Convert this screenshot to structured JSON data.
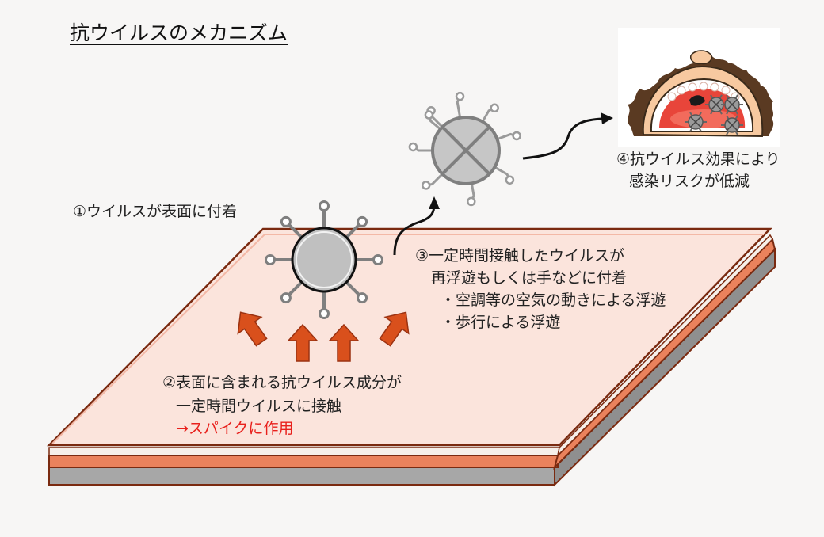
{
  "title": "抗ウイルスのメカニズム",
  "step1": "①ウイルスが表面に付着",
  "step2": {
    "line1": "②表面に含まれる抗ウイルス成分が",
    "line2": "一定時間ウイルスに接触",
    "line3": "→スパイクに作用"
  },
  "step3": {
    "line1": "③一定時間接触したウイルスが",
    "line2": "再浮遊もしくは手などに付着",
    "bullet1": "・空調等の空気の動きによる浮遊",
    "bullet2": "・歩行による浮遊"
  },
  "step4": {
    "line1": "④抗ウイルス効果により",
    "line2": "感染リスクが低減"
  },
  "colors": {
    "surface_top": "#fbe4dc",
    "surface_edge": "#7a2a10",
    "surface_layer": "#e9805a",
    "base_layer": "#a6a6a6",
    "arrow_orange": "#d9501c",
    "virus_body": "#c0c0c0",
    "virus_stroke": "#7f7f7f",
    "highlight_red": "#e8201c"
  }
}
